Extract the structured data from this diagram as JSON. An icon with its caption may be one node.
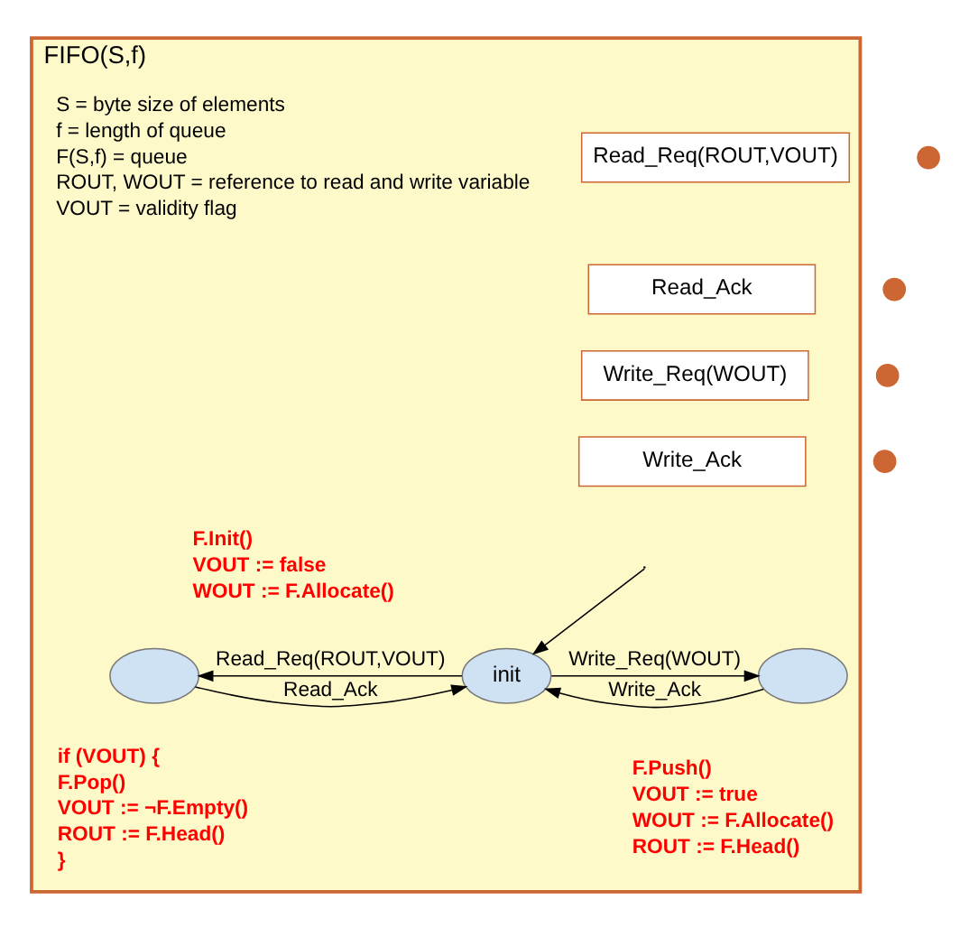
{
  "diagram": {
    "nodes": [
      {
        "text": [
          "FIFO(S,f)"
        ]
      },
      {
        "text": [
          "Read_Req(ROUT,VOUT)"
        ],
        "in": 0
      },
      {
        "text": [
          "Read_Ack"
        ],
        "in": 0
      },
      {
        "text": [
          "Write_Req(WOUT)"
        ],
        "in": 0
      },
      {
        "text": [
          "Write_Ack"
        ],
        "in": 0
      },
      {
        "text": [],
        "shape": "circle"
      },
      {
        "text": [],
        "shape": "circle"
      },
      {
        "text": [],
        "shape": "circle"
      },
      {
        "text": [],
        "shape": "circle"
      },
      {
        "text": [],
        "shape": "ellipse",
        "in": 0
      },
      {
        "text": [
          "init"
        ],
        "in": 0
      },
      {
        "text": [],
        "shape": "ellipse",
        "in": 0
      }
    ],
    "edges": [
      {
        "from": null,
        "to": 10,
        "arrow": "to"
      },
      {
        "from": 10,
        "to": 9,
        "arrow": "to",
        "label": "Read_Req(ROUT,VOUT)"
      },
      {
        "from": 9,
        "to": 10,
        "arrow": "to",
        "label": "Read_Ack"
      },
      {
        "from": 10,
        "to": 11,
        "arrow": "to",
        "label": "Write_Req(WOUT)"
      },
      {
        "from": 11,
        "to": 10,
        "arrow": "to",
        "label": "Write_Ack"
      }
    ],
    "labels": [
      "S = byte size of elements",
      "f = length of queue",
      "F(S,f) = queue",
      "ROUT, WOUT = reference to read and write variable",
      "VOUT = validity flag",
      "F.Init()",
      "VOUT := false",
      "WOUT := F.Allocate()",
      "if (VOUT) {",
      "F.Pop()",
      "VOUT := ¬F.Empty()",
      "ROUT := F.Head()",
      "}",
      "F.Push()",
      "VOUT := true",
      "WOUT := F.Allocate()",
      "ROUT := F.Head()"
    ]
  }
}
